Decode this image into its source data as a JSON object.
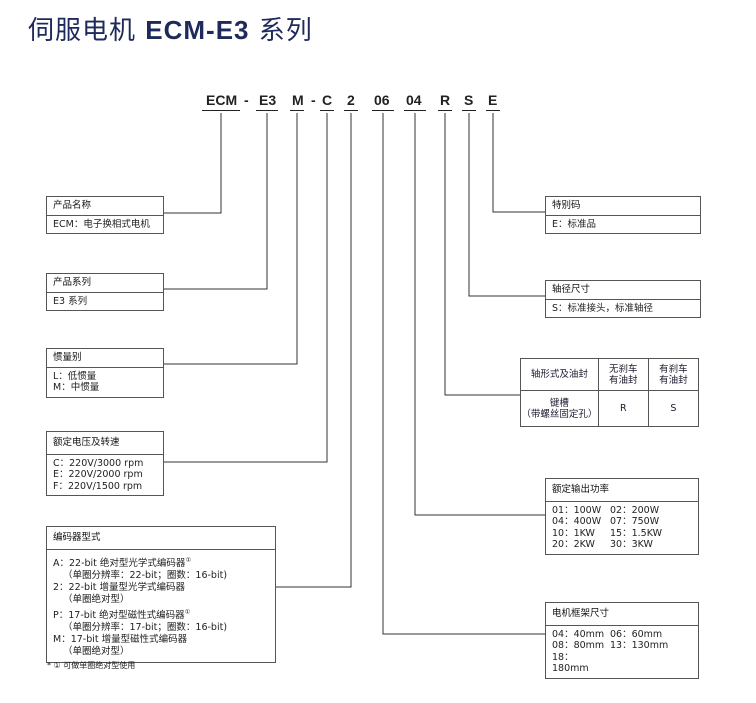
{
  "title": {
    "prefix": "伺服电机",
    "model": "ECM-E3",
    "suffix": "系列"
  },
  "code_parts": [
    "ECM",
    "-",
    "E3",
    "M",
    "-",
    "C",
    "2",
    "06",
    "04",
    "R",
    "S",
    "E"
  ],
  "boxes": {
    "product_name": {
      "header": "产品名称",
      "lines": [
        "ECM：电子换相式电机"
      ]
    },
    "series": {
      "header": "产品系列",
      "lines": [
        "E3 系列"
      ]
    },
    "inertia": {
      "header": "惯量别",
      "lines": [
        "L：低惯量",
        "M：中惯量"
      ]
    },
    "voltage": {
      "header": "额定电压及转速",
      "lines": [
        "C：220V/3000 rpm",
        "E：220V/2000 rpm",
        "F：220V/1500 rpm"
      ]
    },
    "encoder": {
      "header": "编码器型式",
      "lines": [
        "A：22-bit 绝对型光学式编码器",
        "（单圈分辨率：22-bit；圈数：16-bit)",
        "2：22-bit 增量型光学式编码器",
        "（单圈绝对型）",
        "P：17-bit 绝对型磁性式编码器",
        "（单圈分辨率：17-bit；圈数：16-bit)",
        "M：17-bit 增量型磁性式编码器",
        "（单圈绝对型）"
      ],
      "note_mark": "①"
    },
    "special": {
      "header": "特别码",
      "lines": [
        "E：标准品"
      ]
    },
    "shaft": {
      "header": "轴径尺寸",
      "lines": [
        "S：标准接头，标准轴径"
      ]
    },
    "power": {
      "header": "额定输出功率",
      "rows": [
        [
          "01：100W",
          "02：200W"
        ],
        [
          "04：400W",
          "07：750W"
        ],
        [
          "10：1KW",
          "15：1.5KW"
        ],
        [
          "20：2KW",
          "30：3KW"
        ]
      ]
    },
    "frame": {
      "header": "电机框架尺寸",
      "rows": [
        [
          "04：40mm",
          "06：60mm"
        ],
        [
          "08：80mm",
          "13：130mm"
        ],
        [
          "18：180mm",
          ""
        ]
      ]
    }
  },
  "shaft_table": {
    "corner": "轴形式及油封",
    "col1": [
      "无刹车",
      "有油封"
    ],
    "col2": [
      "有刹车",
      "有油封"
    ],
    "row_label": [
      "键槽",
      "（带螺丝固定孔）"
    ],
    "val1": "R",
    "val2": "S"
  },
  "footnote": "* ① 可做单圈绝对型使用"
}
